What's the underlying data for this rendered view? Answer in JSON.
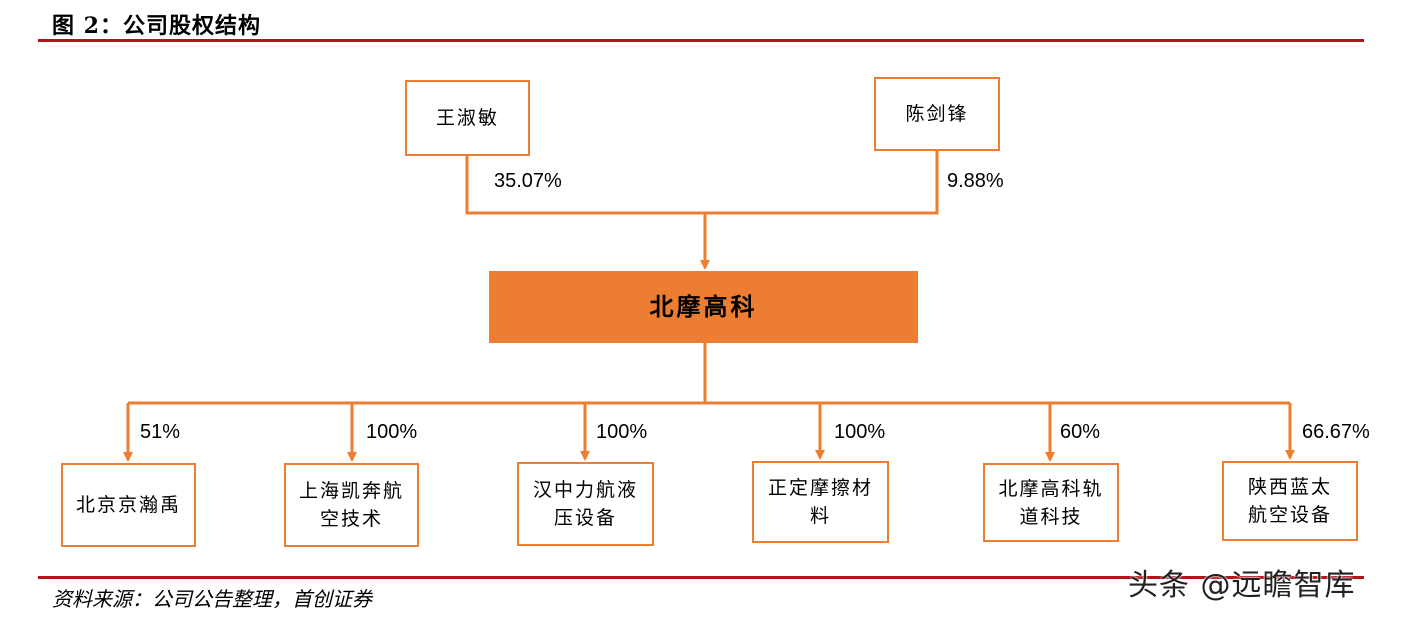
{
  "title": "图 2：公司股权结构",
  "source": "资料来源：公司公告整理，首创证券",
  "watermark": "头条 @远瞻智库",
  "colors": {
    "accent": "#ed7d31",
    "rule": "#b3131b"
  },
  "shareholders": [
    {
      "name": "王淑敏",
      "share": "35.07%"
    },
    {
      "name": "陈剑锋",
      "share": "9.88%"
    }
  ],
  "company": {
    "name": "北摩高科"
  },
  "subsidiaries": [
    {
      "name": "北京京瀚禹",
      "share": "51%"
    },
    {
      "name": "上海凯奔航空技术",
      "share": "100%"
    },
    {
      "name": "汉中力航液压设备",
      "share": "100%"
    },
    {
      "name": "正定摩擦材料",
      "share": "100%"
    },
    {
      "name": "北摩高科轨道科技",
      "share": "60%"
    },
    {
      "name": "陕西蓝太航空设备",
      "share": "66.67%"
    }
  ]
}
